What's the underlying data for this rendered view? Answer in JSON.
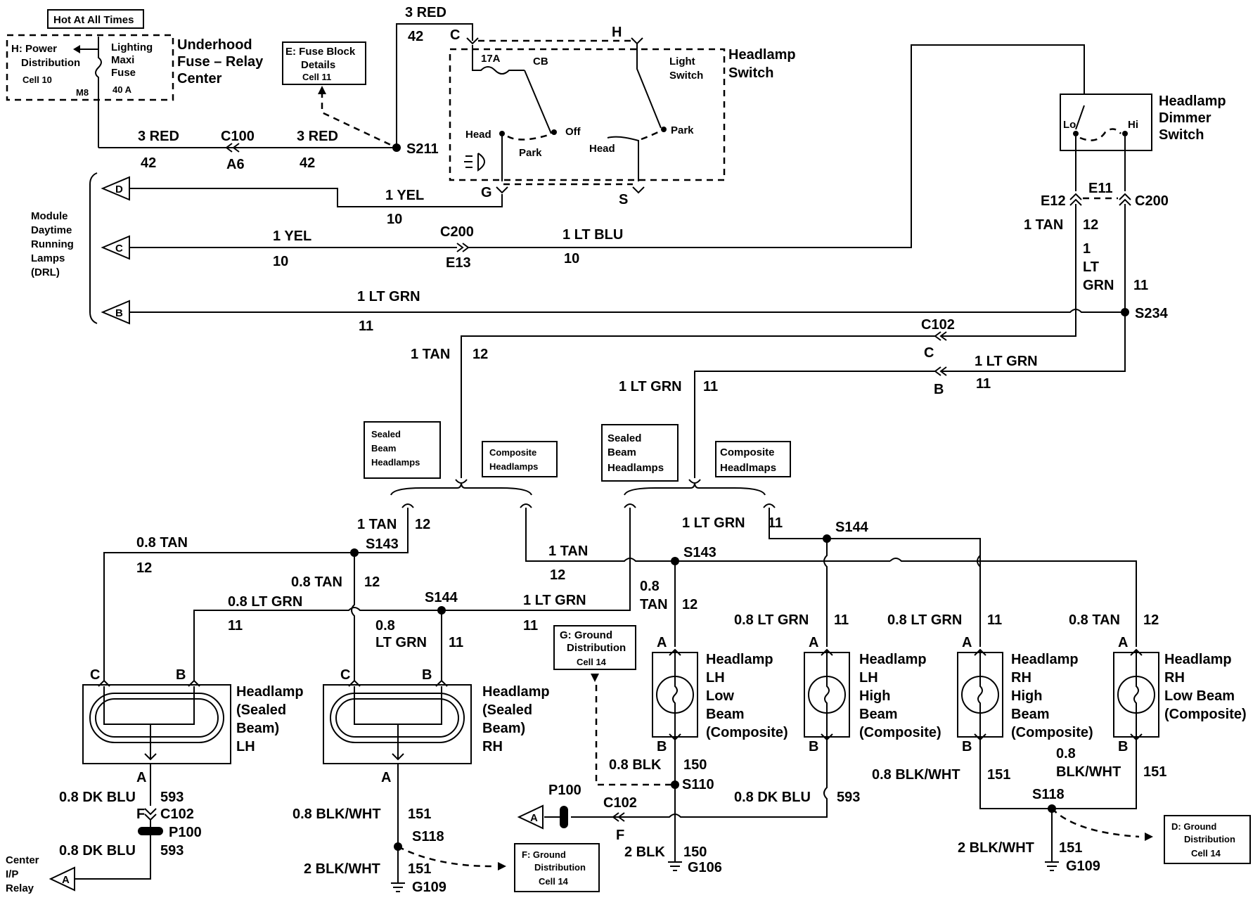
{
  "power": {
    "hot_at_all_times": "Hot At All Times",
    "pdc_line1": "H: Power",
    "pdc_line2": "Distribution",
    "pdc_cell": "Cell 10",
    "fuse_line1": "Lighting",
    "fuse_line2": "Maxi",
    "fuse_line3": "Fuse",
    "fuse_rating": "40 A",
    "fuse_pin": "M8",
    "center_line1": "Underhood",
    "center_line2": "Fuse – Relay",
    "center_line3": "Center",
    "fuse_block_line1": "E: Fuse Block",
    "fuse_block_line2": "Details",
    "fuse_block_cell": "Cell 11"
  },
  "wires": {
    "red_3": "3 RED",
    "c42": "42",
    "c100": "C100",
    "a6": "A6",
    "s211": "S211",
    "yel_1": "1 YEL",
    "c10": "10",
    "c200": "C200",
    "e13": "E13",
    "ltblu_1": "1 LT BLU",
    "ltgrn_1": "1 LT GRN",
    "c11": "11",
    "tan_1": "1 TAN",
    "c12": "12",
    "lt": "LT",
    "grn": "GRN",
    "one": "1",
    "s234": "S234",
    "c102": "C102",
    "pin_c": "C",
    "pin_b": "B",
    "e12": "E12",
    "e11": "E11",
    "tan_08": "0.8 TAN",
    "tan_08_a": "0.8",
    "tan_08_b": "TAN",
    "ltgrn_08": "0.8 LT GRN",
    "ltgrn_08_a": "0.8",
    "ltgrn_08_b": "LT GRN",
    "s143": "S143",
    "s144": "S144",
    "dkblu_08": "0.8 DK BLU",
    "c593": "593",
    "pin_f": "F",
    "p100": "P100",
    "blkwht_08": "0.8 BLK/WHT",
    "blkwht_08_a": "0.8",
    "blkwht_08_b": "BLK/WHT",
    "c151": "151",
    "s118": "S118",
    "blkwht_2": "2 BLK/WHT",
    "g109": "G109",
    "blk_08": "0.8 BLK",
    "c150": "150",
    "s110": "S110",
    "blk_2": "2 BLK",
    "g106": "G106",
    "pin_a": "A"
  },
  "switch": {
    "pin_c": "C",
    "pin_h": "H",
    "pin_g": "G",
    "pin_s": "S",
    "fuse": "17A",
    "cb": "CB",
    "light_switch_1": "Light",
    "light_switch_2": "Switch",
    "title1": "Headlamp",
    "title2": "Switch",
    "head": "Head",
    "park": "Park",
    "off": "Off"
  },
  "dimmer": {
    "title1": "Headlamp",
    "title2": "Dimmer",
    "title3": "Switch",
    "lo": "Lo",
    "hi": "Hi"
  },
  "drl": {
    "line1": "Module",
    "line2": "Daytime",
    "line3": "Running",
    "line4": "Lamps",
    "line5": "(DRL)",
    "pin_d": "D",
    "pin_c": "C",
    "pin_b": "B"
  },
  "options": {
    "sealed_1": "Sealed",
    "sealed_2": "Beam",
    "sealed_3": "Headlamps",
    "comp_1": "Composite",
    "comp_2": "Headlamps",
    "comp_2b": "Headlmaps"
  },
  "lamps": {
    "headlamp": "Headlamp",
    "sealed": "(Sealed",
    "beam_paren": "Beam)",
    "lh": "LH",
    "rh": "RH",
    "low": "Low",
    "high": "High",
    "beam": "Beam",
    "composite": "(Composite)",
    "low_beam": "Low Beam"
  },
  "grounds": {
    "g_line1": "G: Ground",
    "g_line2": "Distribution",
    "g_cell": "Cell 14",
    "f_line1": "F: Ground",
    "f_line2": "Distribution",
    "f_cell": "Cell 14",
    "d_line1": "D: Ground",
    "d_line2": "Distribution",
    "d_cell": "Cell 14"
  },
  "relay": {
    "line1": "Center",
    "line2": "I/P",
    "line3": "Relay",
    "pin_a": "A"
  }
}
